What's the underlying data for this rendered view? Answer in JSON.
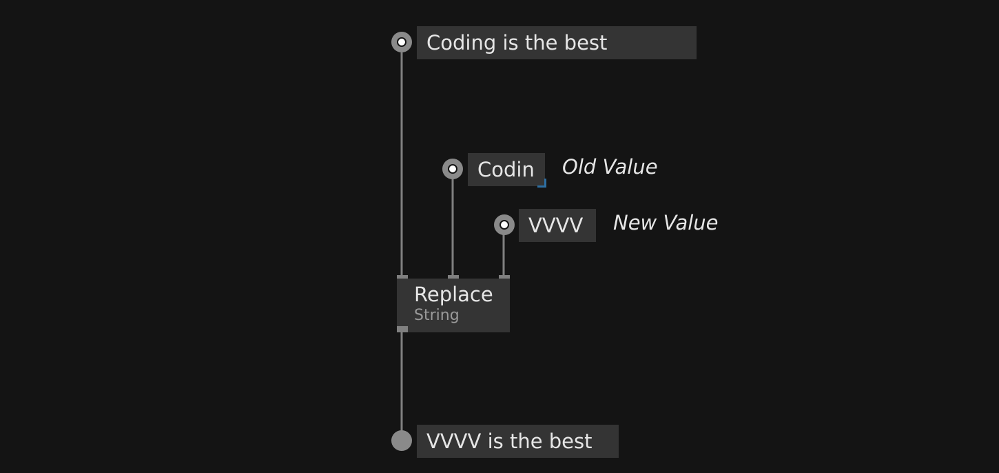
{
  "input_string": {
    "value": "Coding is the best"
  },
  "old_value": {
    "value": "Codin",
    "label": "Old Value"
  },
  "new_value": {
    "value": "VVVV",
    "label": "New Value"
  },
  "node": {
    "title": "Replace",
    "category": "String"
  },
  "output_string": {
    "value": "VVVV is the best"
  },
  "colors": {
    "background": "#141414",
    "box": "#343434",
    "wire": "#808080",
    "pin": "#8a8a8a",
    "text": "#e6e6e6",
    "subtext": "#9a9a9a",
    "selection": "#2d6fa3"
  }
}
